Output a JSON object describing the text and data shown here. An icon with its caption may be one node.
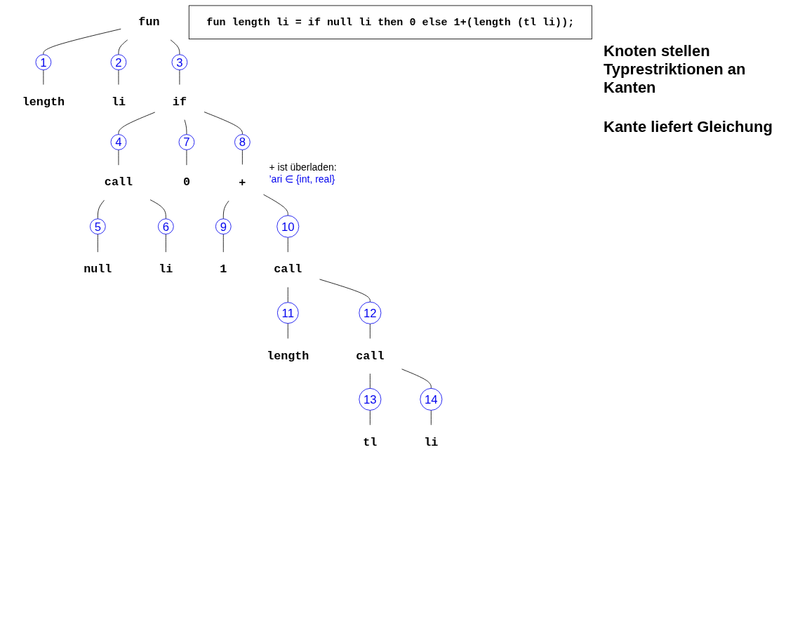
{
  "diagram": {
    "nodes": [
      {
        "text": [
          "fun"
        ]
      },
      {
        "text": [
          "1"
        ]
      },
      {
        "text": [
          "2"
        ]
      },
      {
        "text": [
          "3"
        ]
      },
      {
        "text": [
          "length"
        ]
      },
      {
        "text": [
          "li"
        ]
      },
      {
        "text": [
          "if"
        ]
      },
      {
        "text": [
          "4"
        ]
      },
      {
        "text": [
          "7"
        ]
      },
      {
        "text": [
          "8"
        ]
      },
      {
        "text": [
          "call"
        ]
      },
      {
        "text": [
          "0"
        ]
      },
      {
        "text": [
          "+"
        ],
        "beside": [
          "+ ist überladen:",
          "’ari ∈ {int, real}"
        ]
      },
      {
        "text": [
          "5"
        ]
      },
      {
        "text": [
          "6"
        ]
      },
      {
        "text": [
          "9"
        ]
      },
      {
        "text": [
          "10"
        ]
      },
      {
        "text": [
          "null"
        ]
      },
      {
        "text": [
          "li"
        ]
      },
      {
        "text": [
          "1"
        ]
      },
      {
        "text": [
          "call"
        ]
      },
      {
        "text": [
          "11"
        ]
      },
      {
        "text": [
          "12"
        ]
      },
      {
        "text": [
          "length"
        ]
      },
      {
        "text": [
          "call"
        ]
      },
      {
        "text": [
          "13"
        ]
      },
      {
        "text": [
          "14"
        ]
      },
      {
        "text": [
          "tl"
        ]
      },
      {
        "text": [
          "li"
        ]
      },
      {
        "text": [
          "fun length li = if null li then 0 else 1+(length (tl li));"
        ]
      }
    ],
    "edges": [
      {
        "from": 0,
        "to": 1,
        "arrow": "none"
      },
      {
        "from": 1,
        "to": 4,
        "arrow": "none"
      },
      {
        "from": 0,
        "to": 2,
        "arrow": "none"
      },
      {
        "from": 2,
        "to": 5,
        "arrow": "none"
      },
      {
        "from": 0,
        "to": 3,
        "arrow": "none"
      },
      {
        "from": 3,
        "to": 6,
        "arrow": "none"
      },
      {
        "from": 6,
        "to": 7,
        "arrow": "none"
      },
      {
        "from": 7,
        "to": 10,
        "arrow": "none"
      },
      {
        "from": 6,
        "to": 8,
        "arrow": "none"
      },
      {
        "from": 8,
        "to": 11,
        "arrow": "none"
      },
      {
        "from": 6,
        "to": 9,
        "arrow": "none"
      },
      {
        "from": 9,
        "to": 12,
        "arrow": "none"
      },
      {
        "from": 10,
        "to": 13,
        "arrow": "none"
      },
      {
        "from": 13,
        "to": 17,
        "arrow": "none"
      },
      {
        "from": 10,
        "to": 14,
        "arrow": "none"
      },
      {
        "from": 14,
        "to": 18,
        "arrow": "none"
      },
      {
        "from": 12,
        "to": 15,
        "arrow": "none"
      },
      {
        "from": 15,
        "to": 19,
        "arrow": "none"
      },
      {
        "from": 12,
        "to": 16,
        "arrow": "none"
      },
      {
        "from": 16,
        "to": 20,
        "arrow": "none"
      },
      {
        "from": 20,
        "to": 21,
        "arrow": "none"
      },
      {
        "from": 21,
        "to": 23,
        "arrow": "none"
      },
      {
        "from": 20,
        "to": 22,
        "arrow": "none"
      },
      {
        "from": 22,
        "to": 24,
        "arrow": "none"
      },
      {
        "from": 24,
        "to": 25,
        "arrow": "none"
      },
      {
        "from": 25,
        "to": 27,
        "arrow": "none"
      },
      {
        "from": 24,
        "to": 26,
        "arrow": "none"
      },
      {
        "from": 26,
        "to": 28,
        "arrow": "none"
      }
    ],
    "labels": [
      "Knoten stellen Typrestriktionen an Kanten",
      "Kante liefert Gleichung"
    ]
  }
}
